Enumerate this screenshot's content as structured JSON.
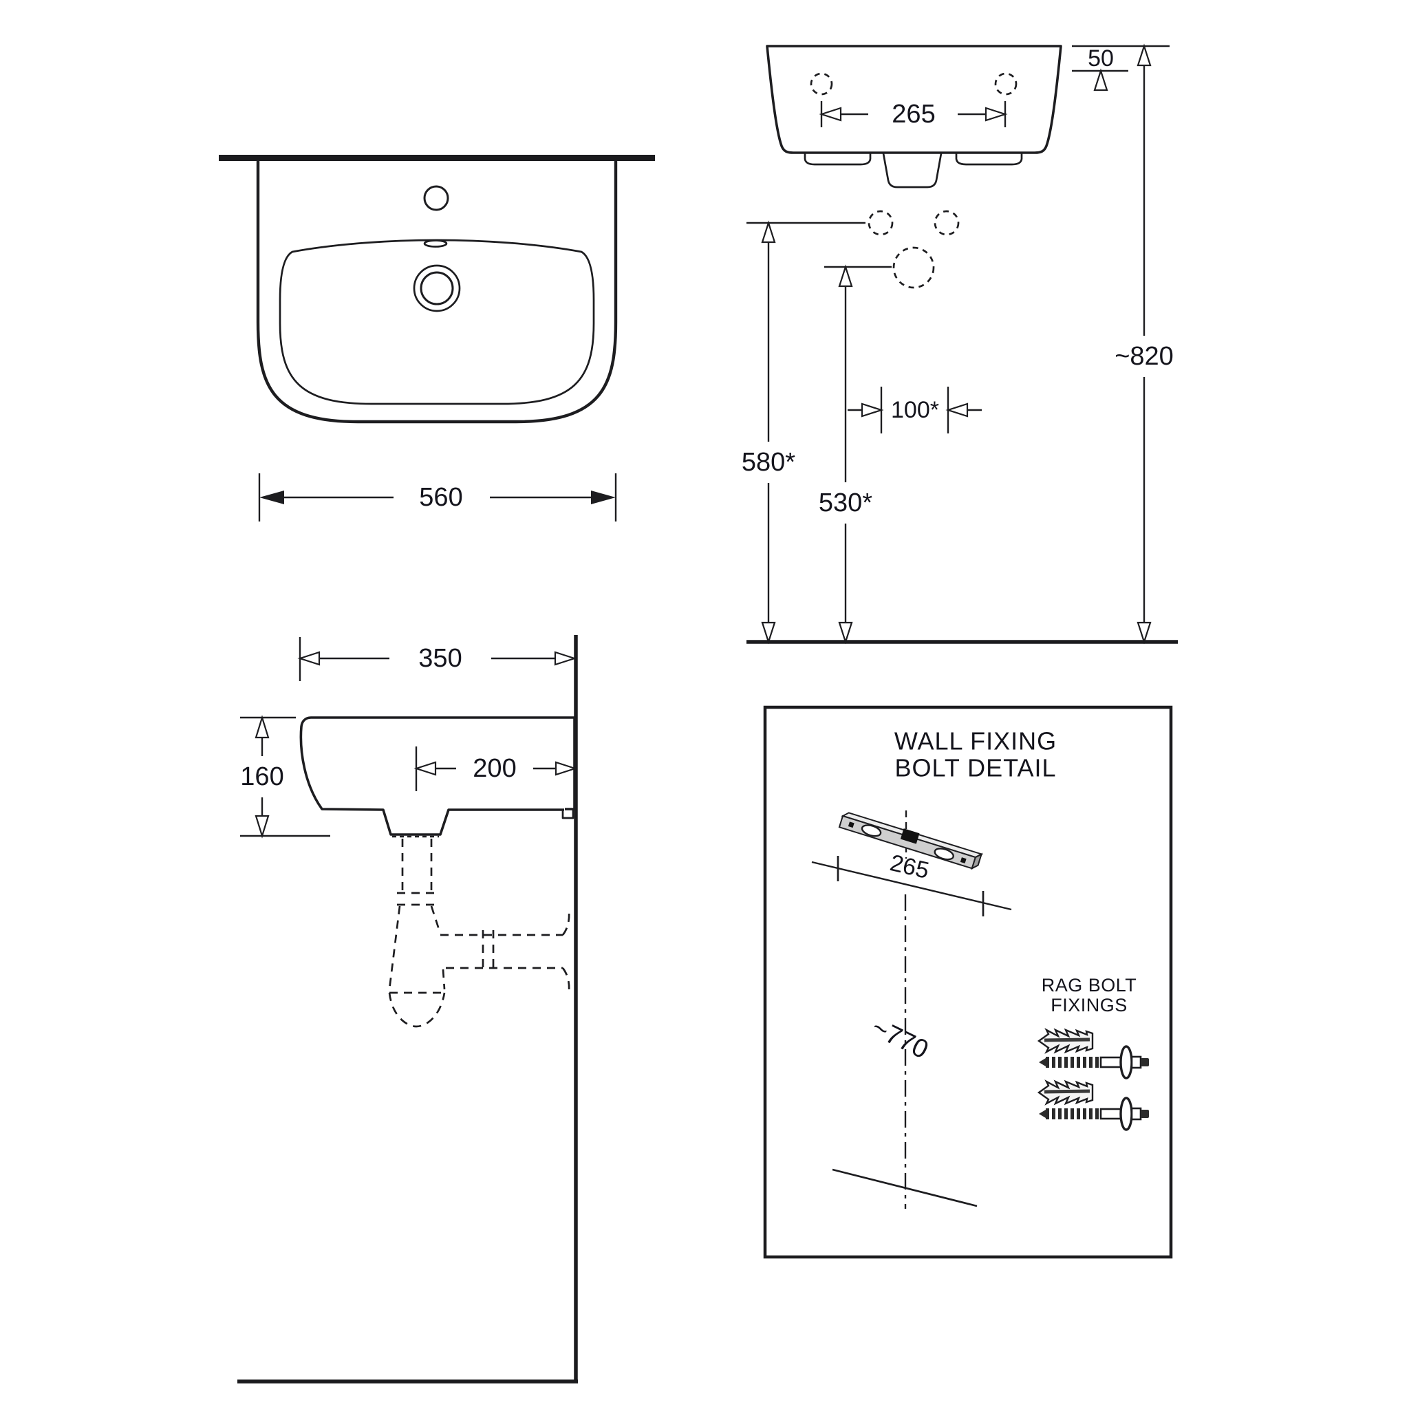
{
  "front_view": {
    "width_label": "560"
  },
  "rear_view": {
    "hole_spacing_label": "265",
    "rim_drop_label": "50",
    "overall_height_label": "~820",
    "rim_height_label": "580*",
    "waste_height_label": "530*",
    "supply_spacing_label": "100*"
  },
  "side_view": {
    "depth_label": "350",
    "basin_height_label": "160",
    "waste_offset_label": "200"
  },
  "detail_box": {
    "title_line1": "WALL FIXING",
    "title_line2": "BOLT DETAIL",
    "bolt_spacing_label": "265",
    "fixing_height_label": "~770",
    "fixings_label_line1": "RAG BOLT",
    "fixings_label_line2": "FIXINGS"
  },
  "colors": {
    "ink": "#1d1d20",
    "text": "#14141c",
    "bar_gray": "#cfcfcf",
    "background": "#ffffff"
  }
}
